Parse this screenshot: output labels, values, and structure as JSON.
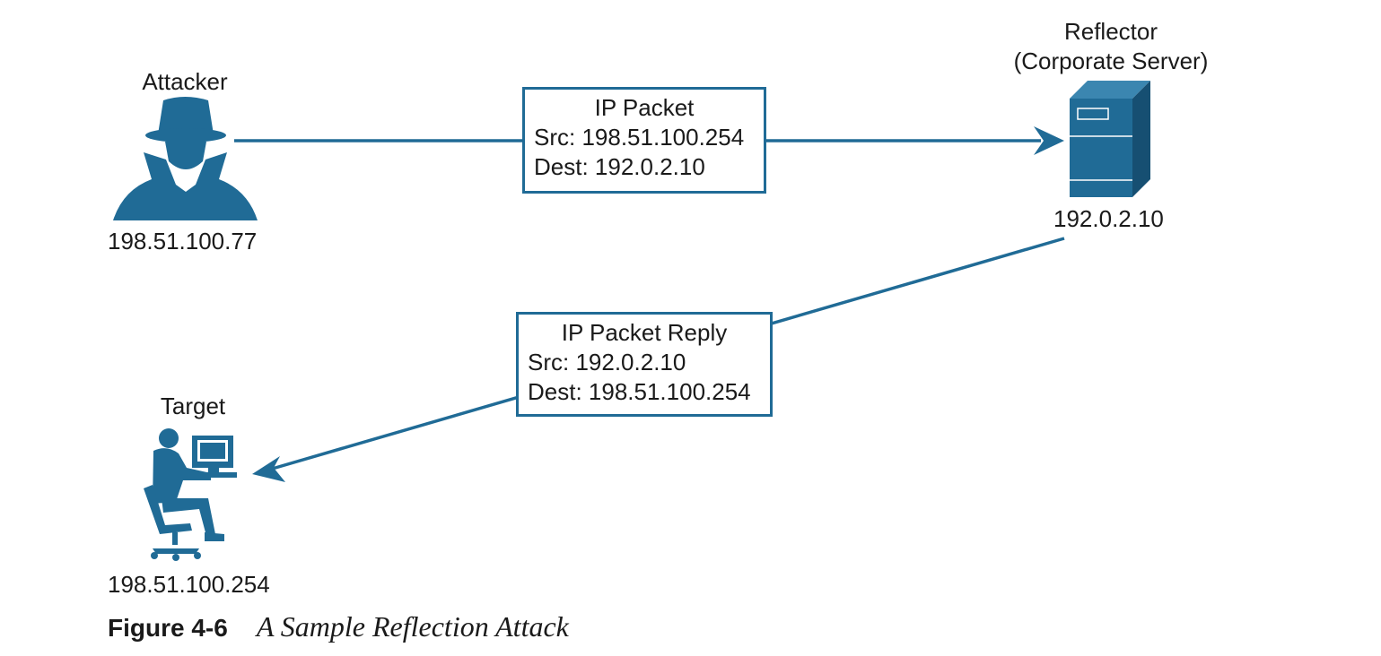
{
  "colors": {
    "accent": "#206b96",
    "text": "#1a1a1a"
  },
  "nodes": {
    "attacker": {
      "name": "Attacker",
      "ip": "198.51.100.77",
      "icon": "hacker-icon"
    },
    "reflector": {
      "name_line1": "Reflector",
      "name_line2": "(Corporate Server)",
      "ip": "192.0.2.10",
      "icon": "server-icon"
    },
    "target": {
      "name": "Target",
      "ip": "198.51.100.254",
      "icon": "computer-user-icon"
    }
  },
  "packets": {
    "request": {
      "title": "IP Packet",
      "src": "Src: 198.51.100.254",
      "dest": "Dest: 192.0.2.10"
    },
    "reply": {
      "title": "IP Packet Reply",
      "src": "Src: 192.0.2.10",
      "dest": "Dest: 198.51.100.254"
    }
  },
  "caption": {
    "label": "Figure 4-6",
    "text": "A Sample Reflection Attack"
  }
}
